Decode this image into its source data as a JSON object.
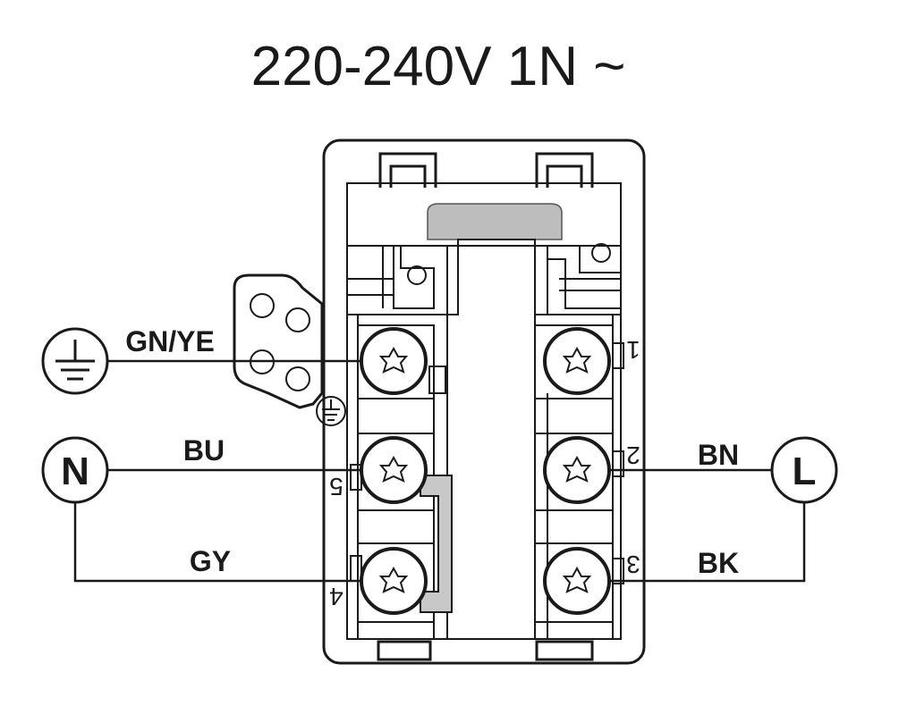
{
  "title": "220-240V 1N ~",
  "wires": {
    "earth": "GN/YE",
    "neutral": "BU",
    "bridge": "GY",
    "live_top": "BN",
    "live_bottom": "BK"
  },
  "symbols": {
    "neutral": "N",
    "live": "L",
    "earth": "earth-symbol"
  },
  "terminal_numbers": {
    "t1": "1",
    "t2": "2",
    "t3": "3",
    "t4": "4",
    "t5": "5"
  },
  "colors": {
    "ink": "#1a1a1a",
    "bridge_grey": "#c8c8c8",
    "background": "#ffffff"
  }
}
